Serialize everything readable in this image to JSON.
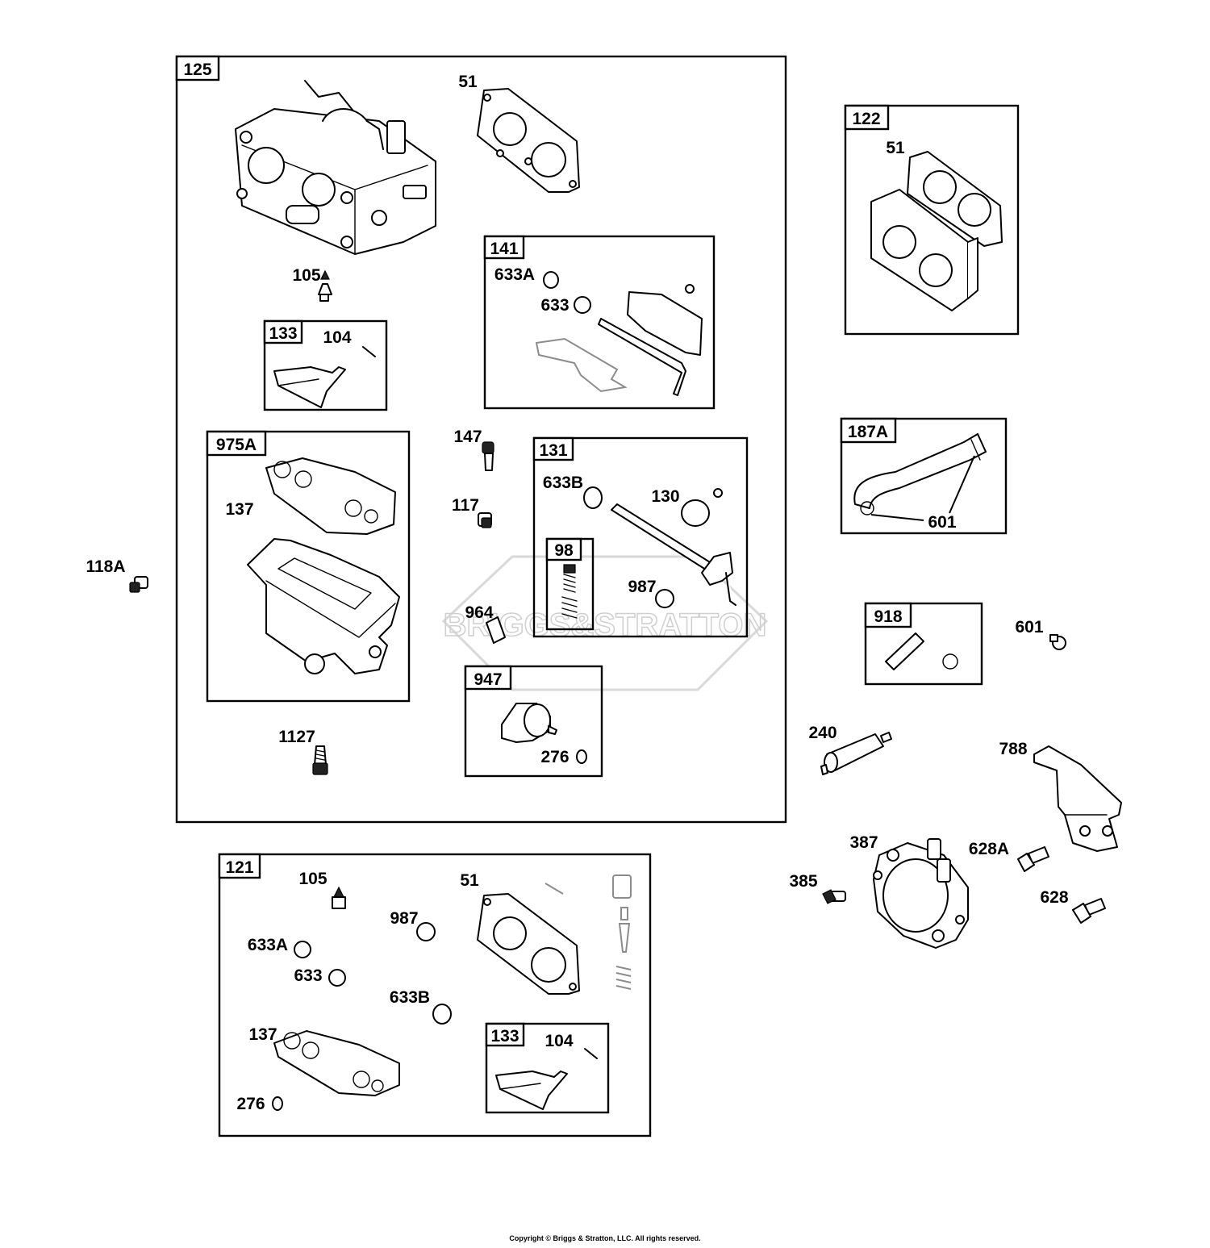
{
  "watermark": {
    "brand_text": "BRIGGS&STRATTON"
  },
  "groups": {
    "g125": {
      "tag": "125"
    },
    "g141": {
      "tag": "141"
    },
    "g133a": {
      "tag": "133"
    },
    "g975a": {
      "tag": "975A"
    },
    "g131": {
      "tag": "131"
    },
    "g98": {
      "tag": "98"
    },
    "g947": {
      "tag": "947"
    },
    "g122": {
      "tag": "122"
    },
    "g187a": {
      "tag": "187A"
    },
    "g918": {
      "tag": "918"
    },
    "g121": {
      "tag": "121"
    },
    "g133b": {
      "tag": "133"
    }
  },
  "labels": {
    "l51_top": "51",
    "l105_top": "105",
    "l104_top": "104",
    "l633a_top": "633A",
    "l633_top": "633",
    "l137_top": "137",
    "l147": "147",
    "l117": "117",
    "l964": "964",
    "l633b_top": "633B",
    "l130": "130",
    "l987_top": "987",
    "l276_top": "276",
    "l1127": "1127",
    "l118a": "118A",
    "l51_r": "51",
    "l601_hose": "601",
    "l601_clamp": "601",
    "l240": "240",
    "l788": "788",
    "l387": "387",
    "l628a": "628A",
    "l385": "385",
    "l628": "628",
    "l105_b": "105",
    "l51_b": "51",
    "l987_b": "987",
    "l633a_b": "633A",
    "l633_b": "633",
    "l633b_b": "633B",
    "l137_b": "137",
    "l104_b": "104",
    "l276_b": "276"
  },
  "copyright": "Copyright © Briggs & Stratton, LLC. All rights reserved."
}
